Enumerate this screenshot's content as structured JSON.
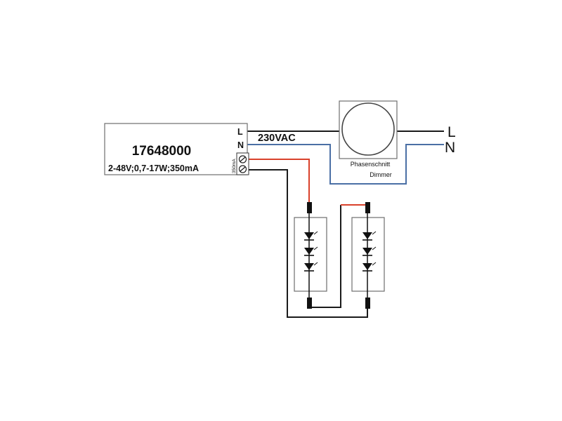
{
  "driver": {
    "model_number": "17648000",
    "spec": "2-48V;0,7-17W;350mA",
    "terminal_L": "L",
    "terminal_N": "N",
    "output_label": "350mA"
  },
  "supply": {
    "voltage_label": "230VAC",
    "line_label": "L",
    "neutral_label": "N"
  },
  "dimmer": {
    "label_line1": "Phasenschnitt",
    "label_line2": "Dimmer"
  },
  "colors": {
    "line_wire": "#1a1a1a",
    "neutral_wire": "#4a6fa5",
    "positive_wire": "#d9412b",
    "negative_wire": "#1a1a1a"
  }
}
